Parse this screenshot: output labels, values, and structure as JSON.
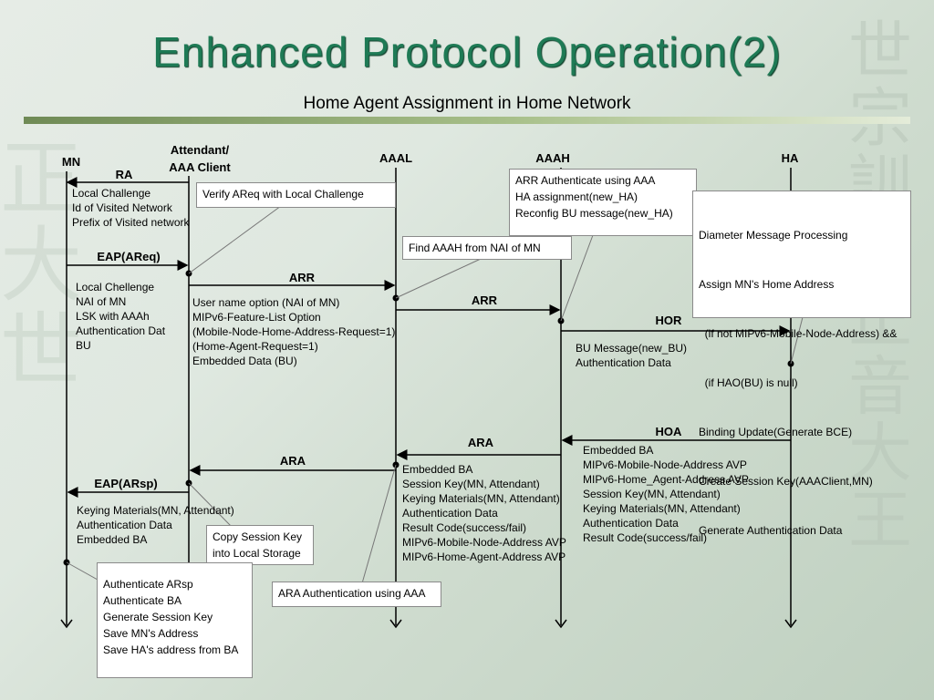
{
  "title": "Enhanced Protocol Operation(2)",
  "subtitle": "Home Agent Assignment in Home Network",
  "watermark_glyphs": [
    "世",
    "宗",
    "訓",
    "民",
    "正",
    "音",
    "大",
    "王"
  ],
  "colors": {
    "title": "#1e7a55",
    "rule": "#6f8a55",
    "background": "#dfe8e0"
  },
  "entities": [
    {
      "label": "MN"
    },
    {
      "label": "Attendant/\nAAA Client"
    },
    {
      "label": "AAAL"
    },
    {
      "label": "AAAH"
    },
    {
      "label": "HA"
    }
  ],
  "messages": [
    {
      "label": "RA",
      "from": 1,
      "to": 0
    },
    {
      "label": "EAP(AReq)",
      "from": 0,
      "to": 1
    },
    {
      "label": "ARR",
      "from": 1,
      "to": 2
    },
    {
      "label": "ARR",
      "from": 2,
      "to": 3
    },
    {
      "label": "HOR",
      "from": 3,
      "to": 4
    },
    {
      "label": "HOA",
      "from": 4,
      "to": 3
    },
    {
      "label": "ARA",
      "from": 3,
      "to": 2
    },
    {
      "label": "ARA",
      "from": 2,
      "to": 1
    },
    {
      "label": "EAP(ARsp)",
      "from": 1,
      "to": 0
    }
  ],
  "notes": {
    "ra": [
      "Local Challenge",
      "Id of Visited Network",
      "Prefix of Visited network"
    ],
    "eap_areq": [
      "Local Chellenge",
      "NAI of MN",
      "LSK with AAAh",
      "Authentication Dat",
      "BU"
    ],
    "arr1": [
      "User name option (NAI of MN)",
      "MIPv6-Feature-List Option",
      "(Mobile-Node-Home-Address-Request=1)",
      "(Home-Agent-Request=1)",
      "Embedded Data (BU)"
    ],
    "hor": [
      "BU Message(new_BU)",
      "Authentication Data"
    ],
    "hoa": [
      "Embedded BA",
      "MIPv6-Mobile-Node-Address AVP",
      "MIPv6-Home_Agent-Address AVP",
      "Session Key(MN, Attendant)",
      "Keying Materials(MN, Attendant)",
      "Authentication Data",
      "Result Code(success/fail)"
    ],
    "ara": [
      "Embedded BA",
      "Session Key(MN, Attendant)",
      "Keying Materials(MN, Attendant)",
      "Authentication Data",
      "Result Code(success/fail)",
      "MIPv6-Mobile-Node-Address AVP",
      "MIPv6-Home-Agent-Address AVP"
    ],
    "eap_arsp": [
      "Keying Materials(MN, Attendant)",
      "Authentication Data",
      "Embedded BA"
    ]
  },
  "boxes": {
    "verify": [
      "Verify AReq with Local Challenge"
    ],
    "find_aaah": [
      "Find AAAH from NAI of MN"
    ],
    "aaah_auth": [
      "ARR Authenticate using AAA",
      "HA assignment(new_HA)",
      "Reconfig BU message(new_HA)"
    ],
    "diameter": [
      "Diameter Message Processing",
      "Assign MN's Home Address",
      "  (if not MIPv6-Mobile-Node-Address) &&",
      "  (if HAO(BU) is null)",
      "Binding Update(Generate BCE)",
      "Create Session Key(AAAClient,MN)",
      "Generate Authentication Data"
    ],
    "copy_key": [
      "Copy Session Key",
      "into Local Storage"
    ],
    "ara_auth": [
      "ARA Authentication using AAA"
    ],
    "authenticate": [
      "Authenticate ARsp",
      "Authenticate BA",
      "Generate Session Key",
      "Save MN's Address",
      "Save HA's address from BA"
    ]
  }
}
